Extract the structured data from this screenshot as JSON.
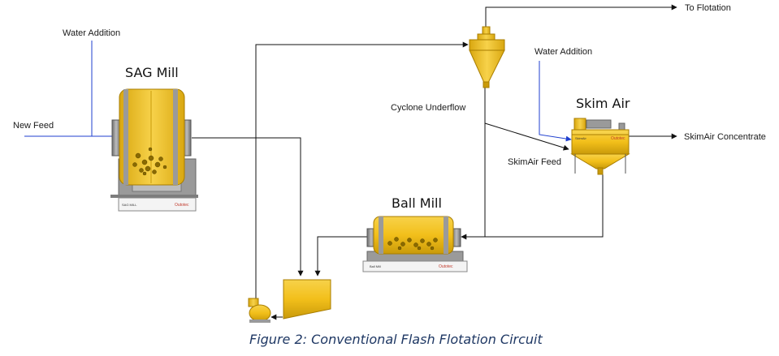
{
  "labels": {
    "water_addition_left": "Water Addition",
    "sag_mill": "SAG Mill",
    "new_feed": "New Feed",
    "to_flotation": "To Flotation",
    "water_addition_right": "Water Addition",
    "cyclone_underflow": "Cyclone Underflow",
    "skim_air": "Skim Air",
    "skimair_concentrate": "SkimAir Concentrate",
    "skimair_feed": "SkimAir Feed",
    "ball_mill": "Ball Mill"
  },
  "equipment_plates": {
    "sag_mill_plate": "SAG MILL",
    "sag_mill_brand": "Outotec",
    "ball_mill_plate": "Ball Mill",
    "ball_mill_brand": "Outotec",
    "skim_air_plate": "SkimAir",
    "skim_air_brand": "Outotec"
  },
  "caption": "Figure 2: Conventional Flash Flotation Circuit",
  "colors": {
    "equipment_yellow": "#f2bf1a",
    "equipment_dark_yellow": "#c99a0a",
    "steel": "#8e8e8e",
    "water_line_blue": "#1f3fcf",
    "flow_line": "#111111",
    "caption": "#1f3864"
  }
}
